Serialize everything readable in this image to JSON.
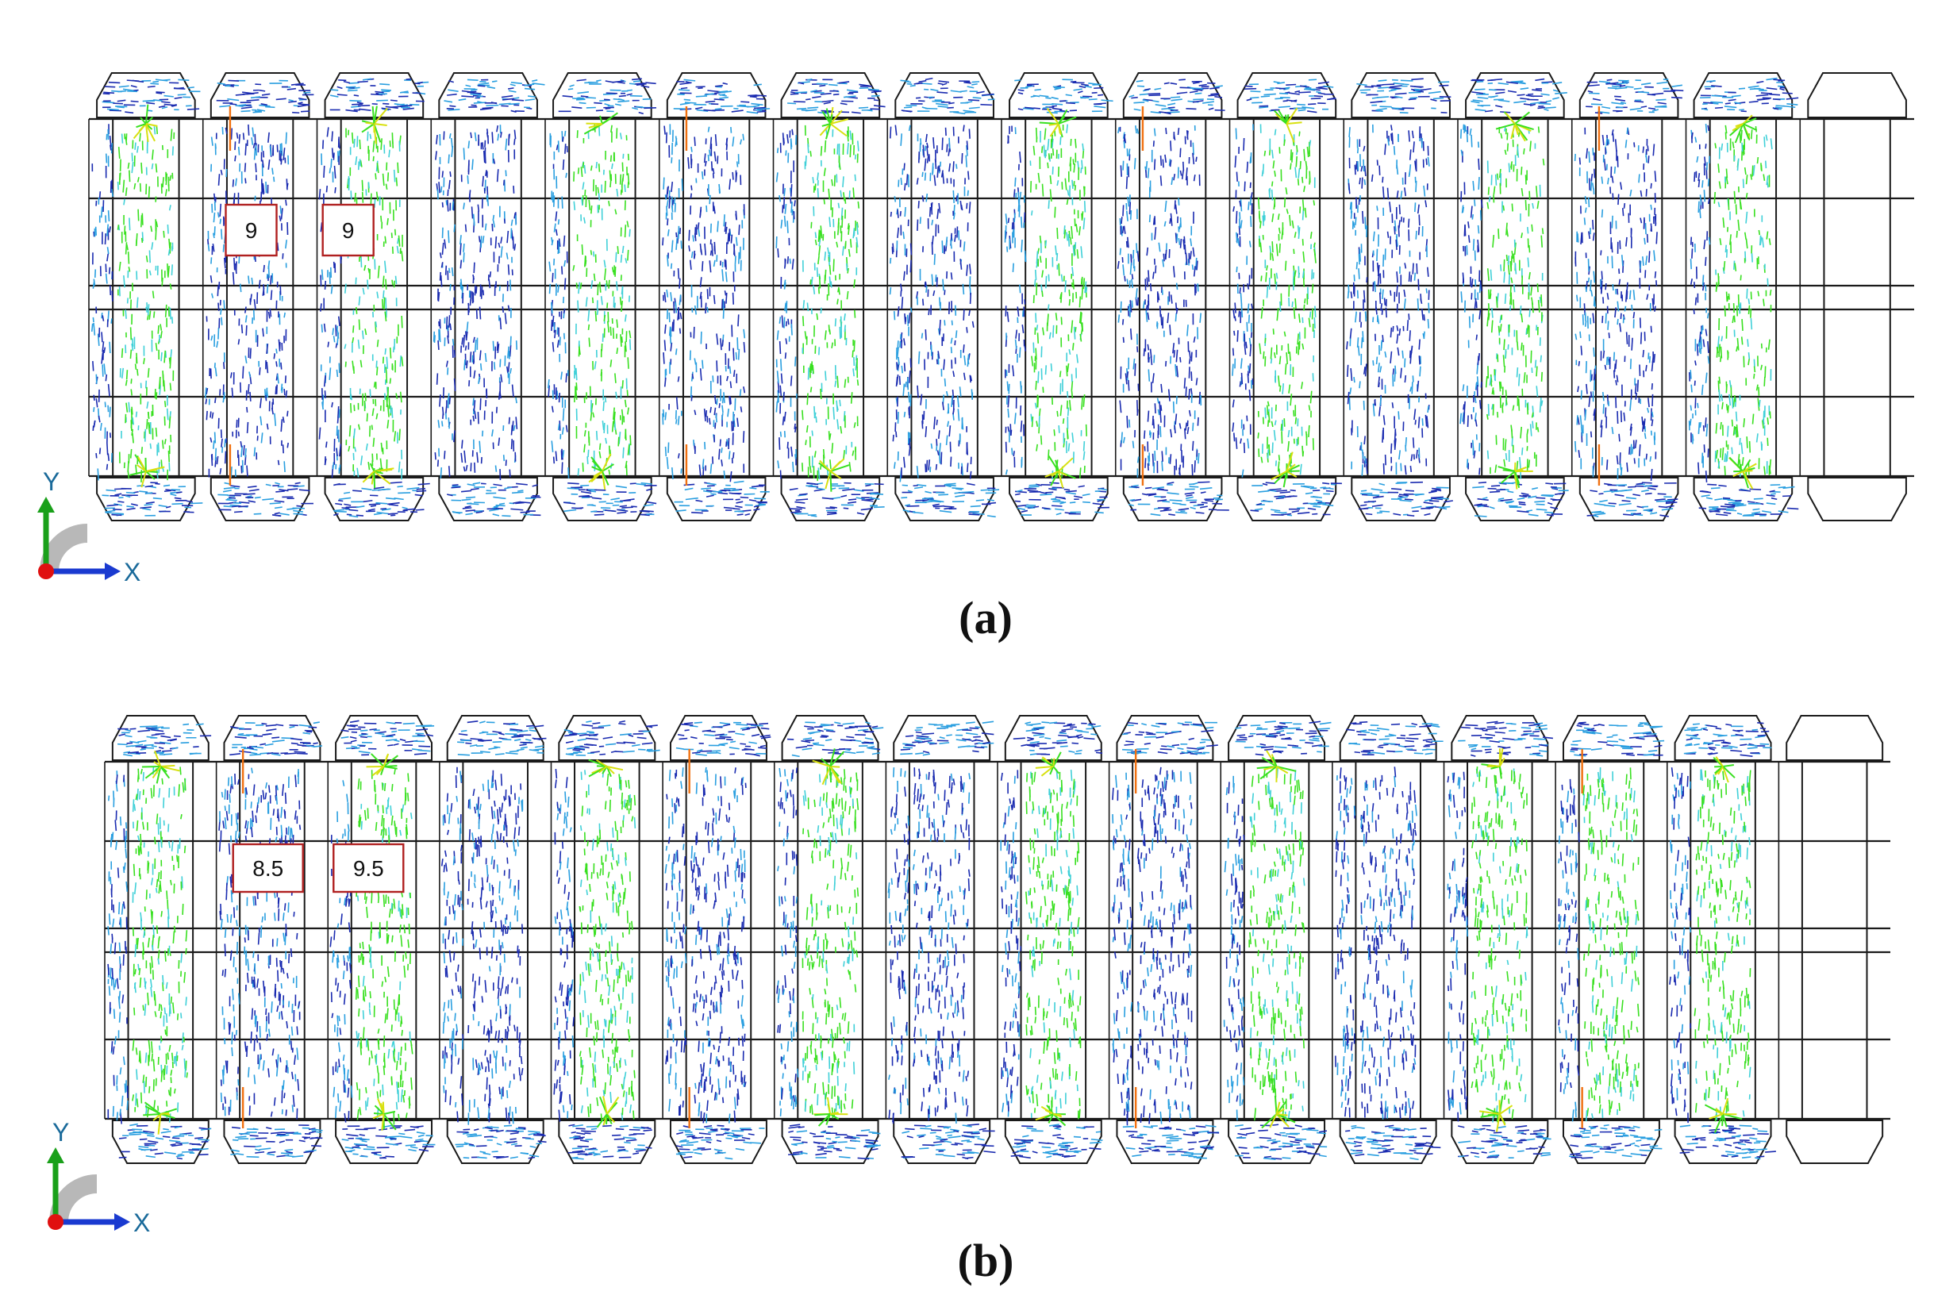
{
  "panels": [
    {
      "id": "a",
      "caption": "(a)",
      "callouts": [
        "9",
        "9"
      ],
      "axis": {
        "y_label": "Y",
        "x_label": "X"
      },
      "highlight_coils": [
        6
      ]
    },
    {
      "id": "b",
      "caption": "(b)",
      "callouts": [
        "8.5",
        "9.5"
      ],
      "axis": {
        "y_label": "Y",
        "x_label": "X"
      },
      "highlight_coils": [
        6,
        13
      ]
    }
  ],
  "colors": {
    "outline": "#1a1a1a",
    "vector_dark": "#1a2bb0",
    "vector_mid": "#2a9fe0",
    "vector_light": "#40d0d8",
    "vector_green": "#39e020",
    "vector_yellow": "#d8e010",
    "vector_orange": "#f07010",
    "callout_border": "#b02020",
    "axis_y": "#1aa01a",
    "axis_x": "#1a3ad0",
    "origin": "#e01010"
  }
}
